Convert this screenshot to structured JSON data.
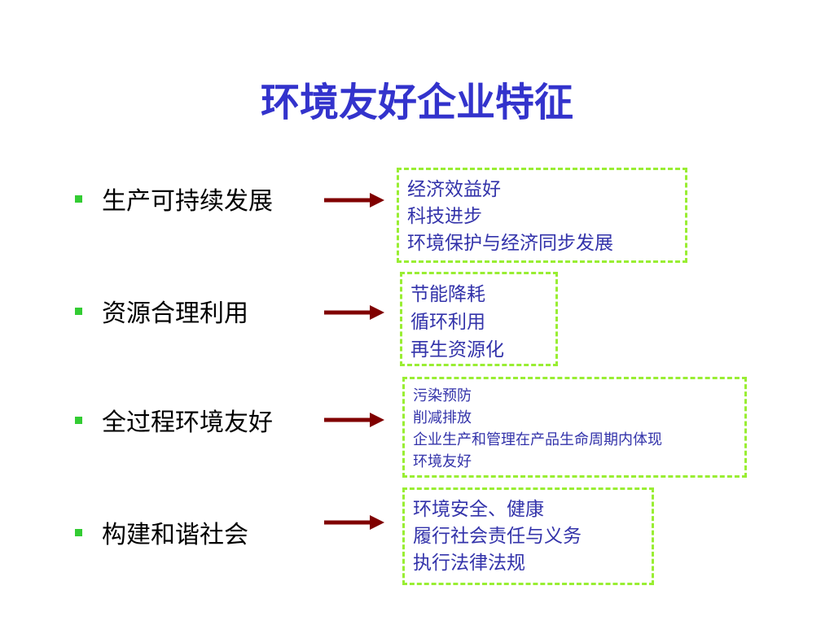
{
  "slide": {
    "title": "环境友好企业特征"
  },
  "rows": [
    {
      "label": "生产可持续发展",
      "details": [
        "经济效益好",
        "科技进步",
        "环境保护与经济同步发展"
      ]
    },
    {
      "label": "资源合理利用",
      "details": [
        "节能降耗",
        "循环利用",
        "再生资源化"
      ]
    },
    {
      "label": "全过程环境友好",
      "details": [
        "污染预防",
        "削减排放",
        "企业生产和管理在产品生命周期内体现",
        "环境友好"
      ]
    },
    {
      "label": "构建和谐社会",
      "details": [
        "环境安全、健康",
        "履行社会责任与义务",
        "执行法律法规"
      ]
    }
  ],
  "colors": {
    "title": "#3333cc",
    "bullet": "#33cc33",
    "arrow": "#800000",
    "box_border": "#99ee33",
    "box_text": "#3333aa"
  }
}
